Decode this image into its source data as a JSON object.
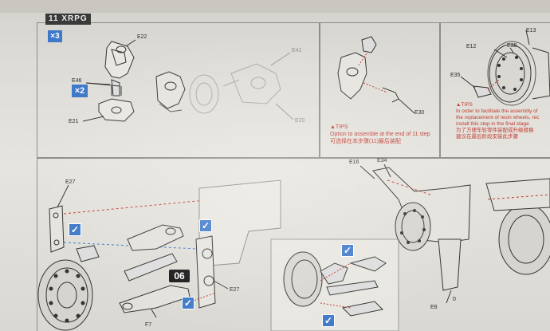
{
  "step_header": {
    "badge": "11 XRPG"
  },
  "quantity_marks": {
    "x3": "×3",
    "x2": "×2"
  },
  "step_number": "06",
  "parts": {
    "e22": "E22",
    "e46": "E46",
    "e21": "E21",
    "e41": "E41",
    "e20": "E20",
    "e30": "E30",
    "e13": "E13",
    "e12": "E12",
    "e38": "E38",
    "e35": "E35",
    "e27_top": "E27",
    "e16": "E16",
    "e34": "E34",
    "e27_bottom": "E27",
    "e8": "E8",
    "f7": "F7",
    "zero": "0"
  },
  "tips_middle": {
    "heading": "▲TIPS",
    "en": "Option to assemble at the end of 11 step",
    "cn": "可选择在本步骤(11)最后装配"
  },
  "tips_right": {
    "heading": "▲TIPS",
    "en1": "In order to facilitate the assembly of",
    "en2": "the replacement of resin wheels, rec",
    "en3": "install this step in the final stage",
    "cn1": "为了方便车轮零件装配或升级替换",
    "cn2": "建议在最后阶段安装此步骤"
  },
  "colors": {
    "accent_blue": "#3f79c9",
    "tips_red": "#c23a30",
    "paper": "#e2e0da"
  }
}
